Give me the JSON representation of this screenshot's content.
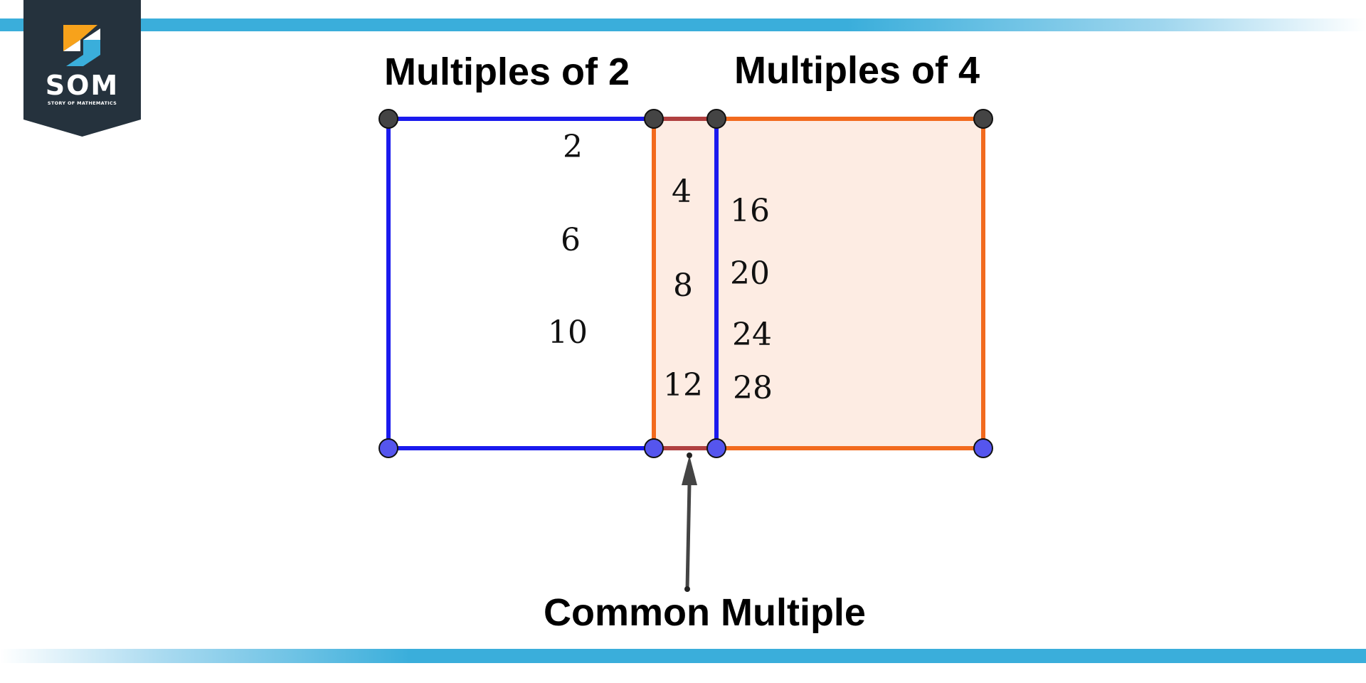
{
  "logo": {
    "abbr": "SOM",
    "tagline": "STORY OF MATHEMATICS"
  },
  "headings": {
    "left": "Multiples of 2",
    "right": "Multiples of 4",
    "bottom": "Common Multiple"
  },
  "numbers": {
    "only_2": [
      "2",
      "6",
      "10"
    ],
    "common": [
      "4",
      "8",
      "12"
    ],
    "only_4": [
      "16",
      "20",
      "24",
      "28"
    ]
  },
  "colors": {
    "multiples_of_2_border": "#1a1aee",
    "multiples_of_4_border": "#f26a1e",
    "multiples_of_4_fill": "#fdece3",
    "accent_stripe": "#3aaedb",
    "logo_bg": "#25323d",
    "overlap_edge": "#b04040",
    "point_top": "#444444",
    "point_bottom": "#5555ee"
  }
}
